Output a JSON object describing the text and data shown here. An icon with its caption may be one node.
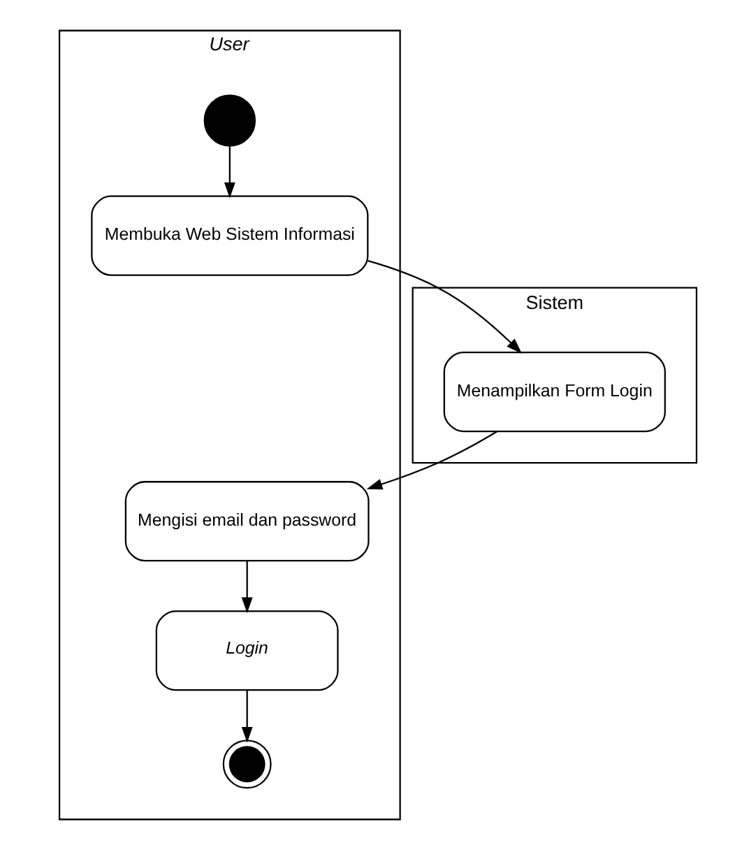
{
  "diagram": {
    "nodes": [
      {
        "text": [
          "User"
        ]
      },
      {
        "text": [
          "Sistem"
        ]
      },
      {
        "text": [],
        "shape": "circle",
        "in": 0
      },
      {
        "text": [
          "Membuka Web Sistem Informasi"
        ],
        "in": 0
      },
      {
        "text": [
          "Menampilkan Form Login"
        ],
        "in": 1
      },
      {
        "text": [
          "Mengisi email dan password"
        ],
        "in": 0
      },
      {
        "text": [
          "Login"
        ],
        "in": 0
      },
      {
        "text": [],
        "shape": "circle",
        "in": 0
      }
    ],
    "edges": [
      {
        "from": 2,
        "to": 3,
        "arrow": "to"
      },
      {
        "from": 3,
        "to": 4,
        "arrow": "to"
      },
      {
        "from": 4,
        "to": 5,
        "arrow": "to"
      },
      {
        "from": 5,
        "to": 6,
        "arrow": "to"
      },
      {
        "from": 6,
        "to": 7,
        "arrow": "to"
      }
    ]
  }
}
